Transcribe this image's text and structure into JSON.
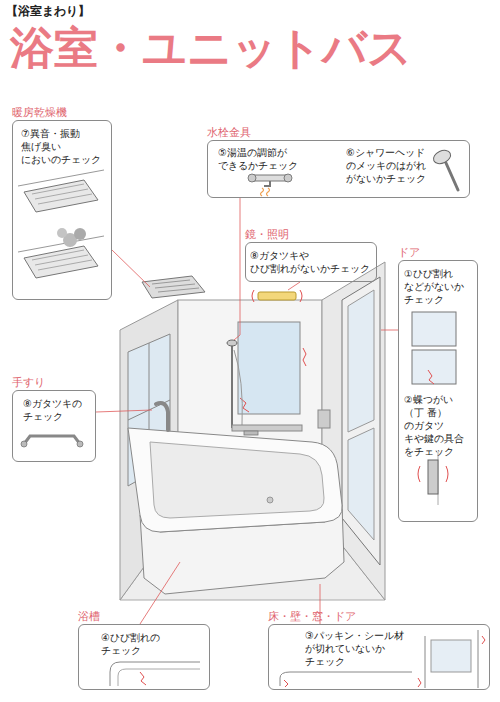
{
  "diagram": {
    "title": "浴室・ユニットバス",
    "nodes": [
      {
        "text": [
          "暖房乾燥機",
          "⑦異音・振動 焦げ臭い においのチェック"
        ]
      },
      {
        "text": [
          "水栓金具",
          "⑤湯温の調節が できるかチェック",
          "⑥シャワーヘッド のメッキのはがれ がないかチェック"
        ]
      },
      {
        "text": [
          "鏡・照明",
          "⑧ガタツキや ひび割れがないかチェック"
        ]
      },
      {
        "text": [
          "ドア",
          "①ひび割れ などがないか チェック",
          "②蝶つがい（丁 番）のガタツ キや鍵の具合 をチェック"
        ]
      },
      {
        "text": [
          "手すり",
          "⑧ガタツキの チェック"
        ]
      },
      {
        "text": [
          "浴槽",
          "④ひび割れの チェック"
        ]
      },
      {
        "text": [
          "床・壁・窓・ドア",
          "③パッキン・シール材 が切れていないか チェック"
        ]
      }
    ],
    "labels": [
      "【浴室まわり】"
    ]
  }
}
